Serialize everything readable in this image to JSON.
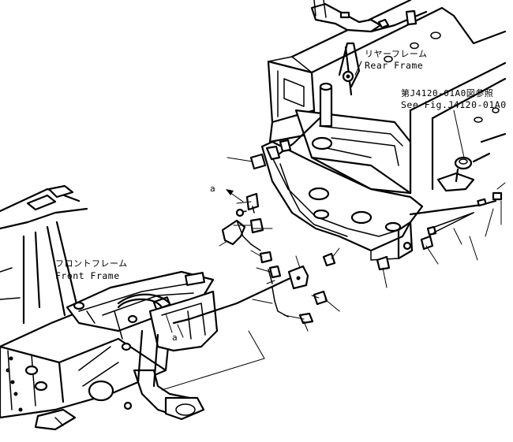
{
  "labels": {
    "rear_frame_jp": "リヤーフレーム",
    "rear_frame_en": "Rear Frame",
    "see_fig_jp": "第J4120-01A0図参照",
    "see_fig_en": "See Fig.J4120-01A0",
    "front_frame_jp": "フロントフレーム",
    "front_frame_en": "Front Frame",
    "ref_a_upper": "a",
    "ref_a_lower": "a"
  }
}
